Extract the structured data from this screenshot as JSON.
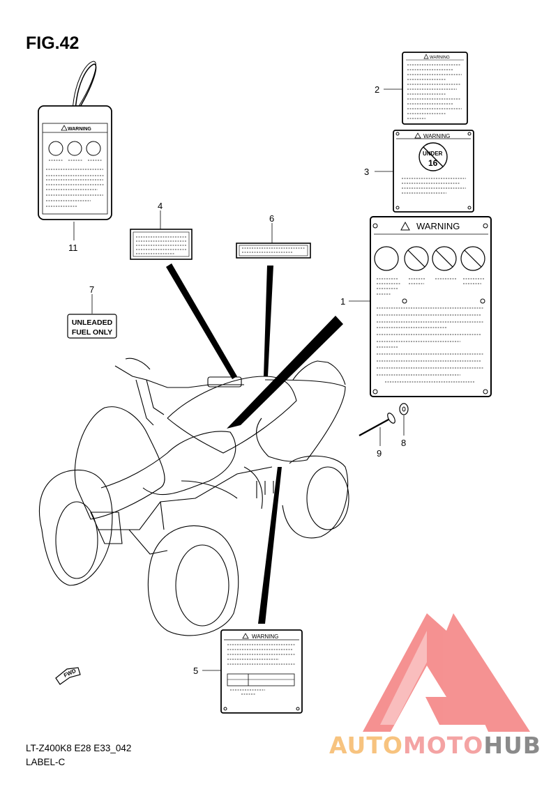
{
  "figure": {
    "title": "FIG.42",
    "model_code": "LT-Z400K8 E28 E33_042",
    "section": "LABEL-C"
  },
  "callouts": [
    "1",
    "2",
    "3",
    "4",
    "5",
    "6",
    "7",
    "8",
    "9",
    "11"
  ],
  "labels": {
    "warning_text": "WARNING",
    "age_label_line1": "UNDER",
    "age_label_line2": "16",
    "fuel_line1": "UNLEADED",
    "fuel_line2": "FUEL ONLY",
    "fwd_arrow": "FWD"
  },
  "watermark": {
    "part1": "AUTO",
    "part2": "MOTO",
    "part3": "HUB",
    "colors": {
      "auto": "#f7c37f",
      "moto": "#f4a3a3",
      "hub": "#8a8a8a",
      "logo": "#f26d6d"
    }
  }
}
